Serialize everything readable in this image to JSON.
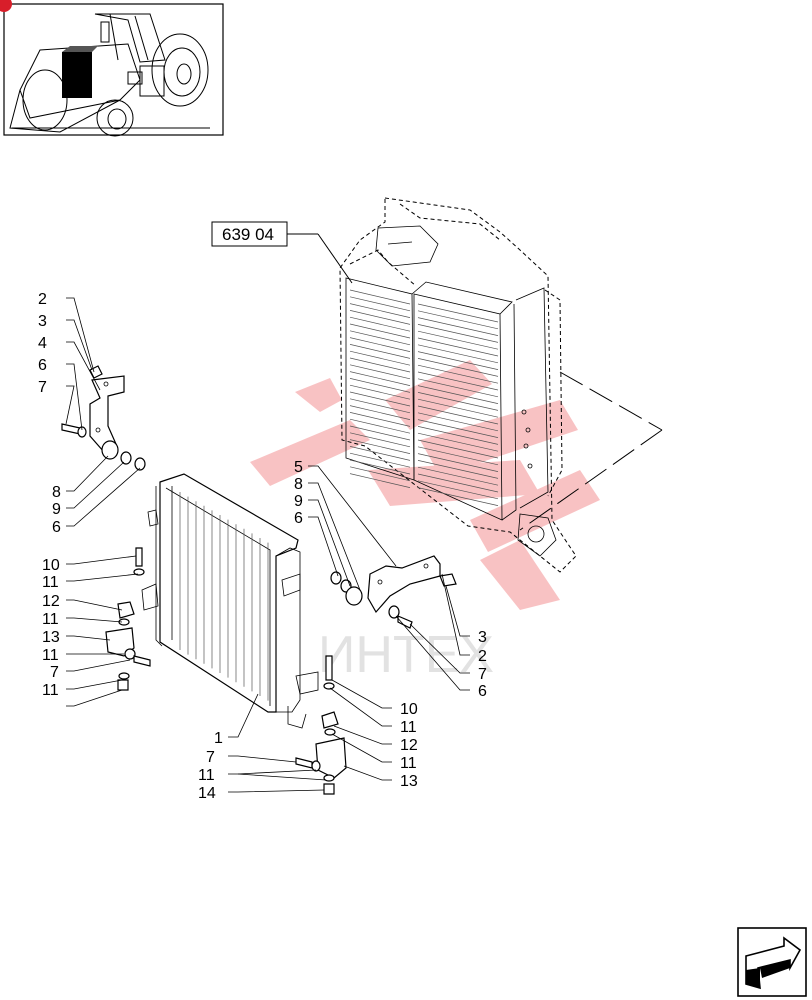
{
  "reference_box": {
    "label": "639 04"
  },
  "watermark": {
    "text": "ИНТЕХ",
    "color": "#e8282d"
  },
  "colors": {
    "accent": "#d81e2a",
    "line": "#000000"
  },
  "callouts_left": [
    "2",
    "3",
    "4",
    "6",
    "7",
    "8",
    "9",
    "6",
    "10",
    "11",
    "12",
    "11",
    "13",
    "11",
    "7",
    "11"
  ],
  "callouts_mid": [
    "5",
    "8",
    "9",
    "6"
  ],
  "callouts_right": [
    "3",
    "2",
    "7",
    "6",
    "10",
    "11",
    "12",
    "11",
    "13"
  ],
  "callouts_bottom": [
    "1",
    "7",
    "11",
    "14"
  ],
  "nav": {
    "icon": "next-page-arrow-icon"
  }
}
